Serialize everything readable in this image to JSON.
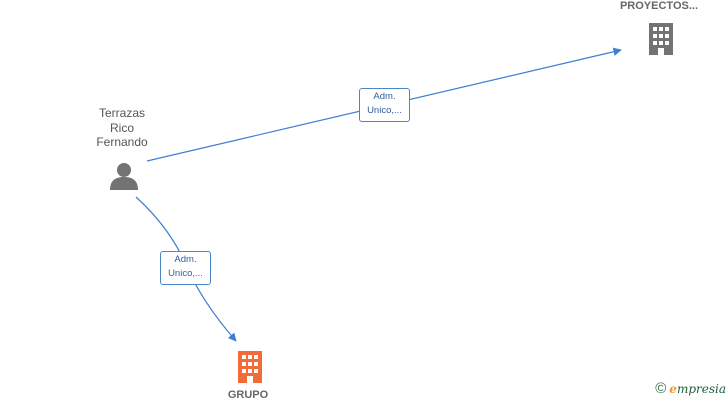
{
  "nodes": {
    "person": {
      "label": "Terrazas\nRico\nFernando",
      "icon": "person-icon",
      "color": "#737373"
    },
    "company_top": {
      "label": "PROYECTOS...",
      "icon": "building-icon",
      "color": "#737373"
    },
    "company_bottom": {
      "label": "GRUPO",
      "icon": "building-icon",
      "color": "#f26b3a"
    }
  },
  "edges": [
    {
      "from": "person",
      "to": "company_top",
      "label": "Adm.\nUnico,..."
    },
    {
      "from": "person",
      "to": "company_bottom",
      "label": "Adm.\nUnico,..."
    }
  ],
  "colors": {
    "edge": "#3d7fd0",
    "edge_label_border": "#4a86c8"
  },
  "brand": {
    "copyright": "©",
    "first_letter": "e",
    "rest": "mpresia"
  }
}
